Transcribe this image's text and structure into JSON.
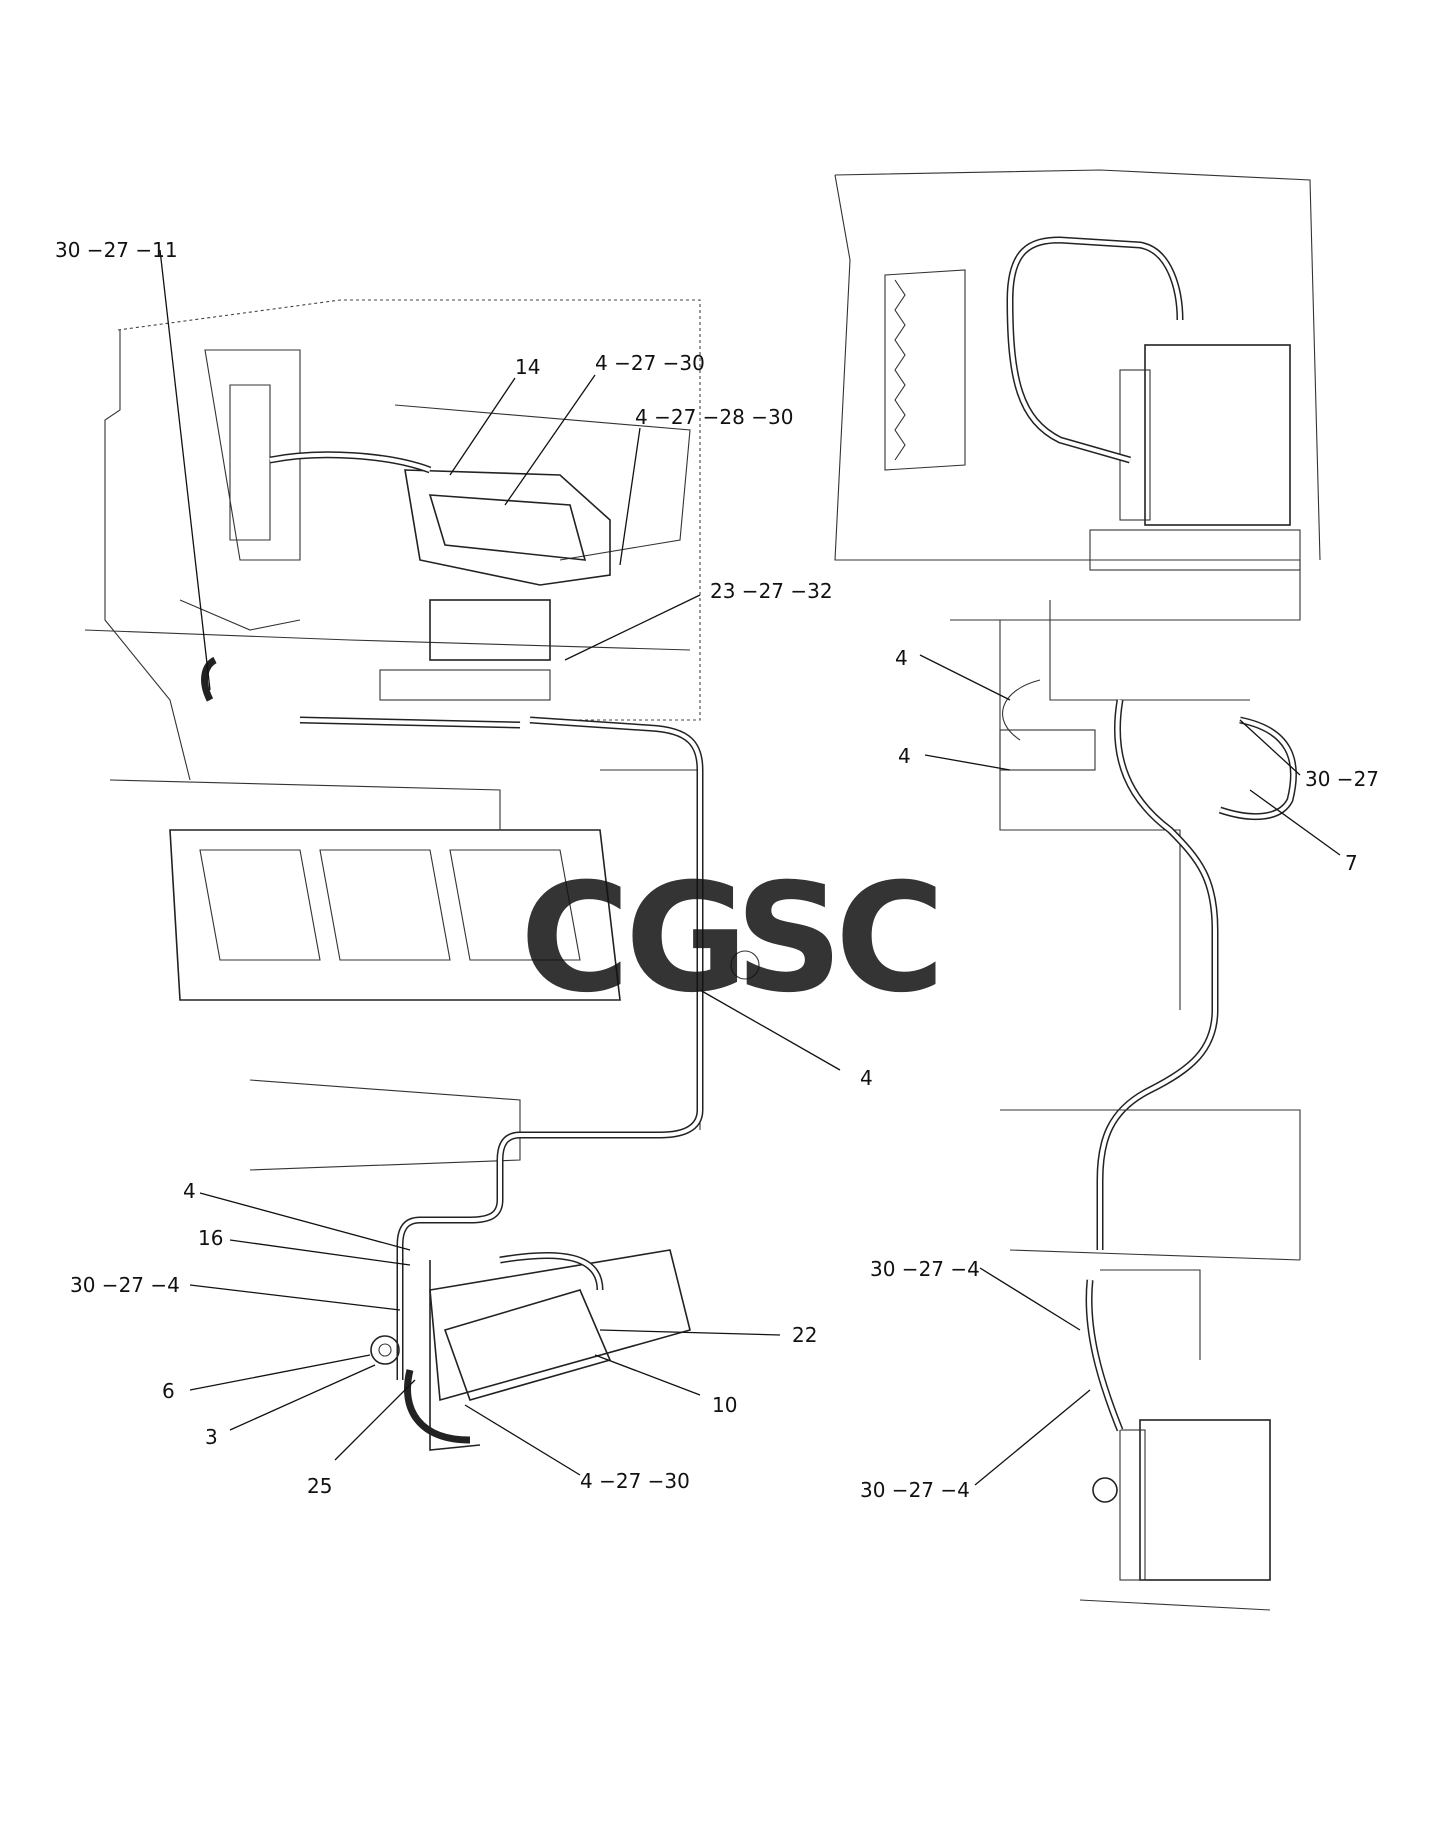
{
  "callouts": {
    "left": [
      "30 −27 −11",
      "14",
      "4 −27 −30",
      "4 −27 −28 −30",
      "23 −27 −32",
      "4",
      "4",
      "16",
      "30 −27 −4",
      "6",
      "3",
      "25",
      "4 −27 −30",
      "10",
      "22"
    ],
    "right": [
      "4",
      "4",
      "30 −27",
      "7",
      "30 −27 −4",
      "30 −27 −4"
    ]
  },
  "watermark": {
    "letters": [
      "C",
      "G",
      "S",
      "C"
    ],
    "colors": [
      "#5b8def",
      "#e8625a",
      "#f3c94a",
      "#5fb88a"
    ]
  }
}
